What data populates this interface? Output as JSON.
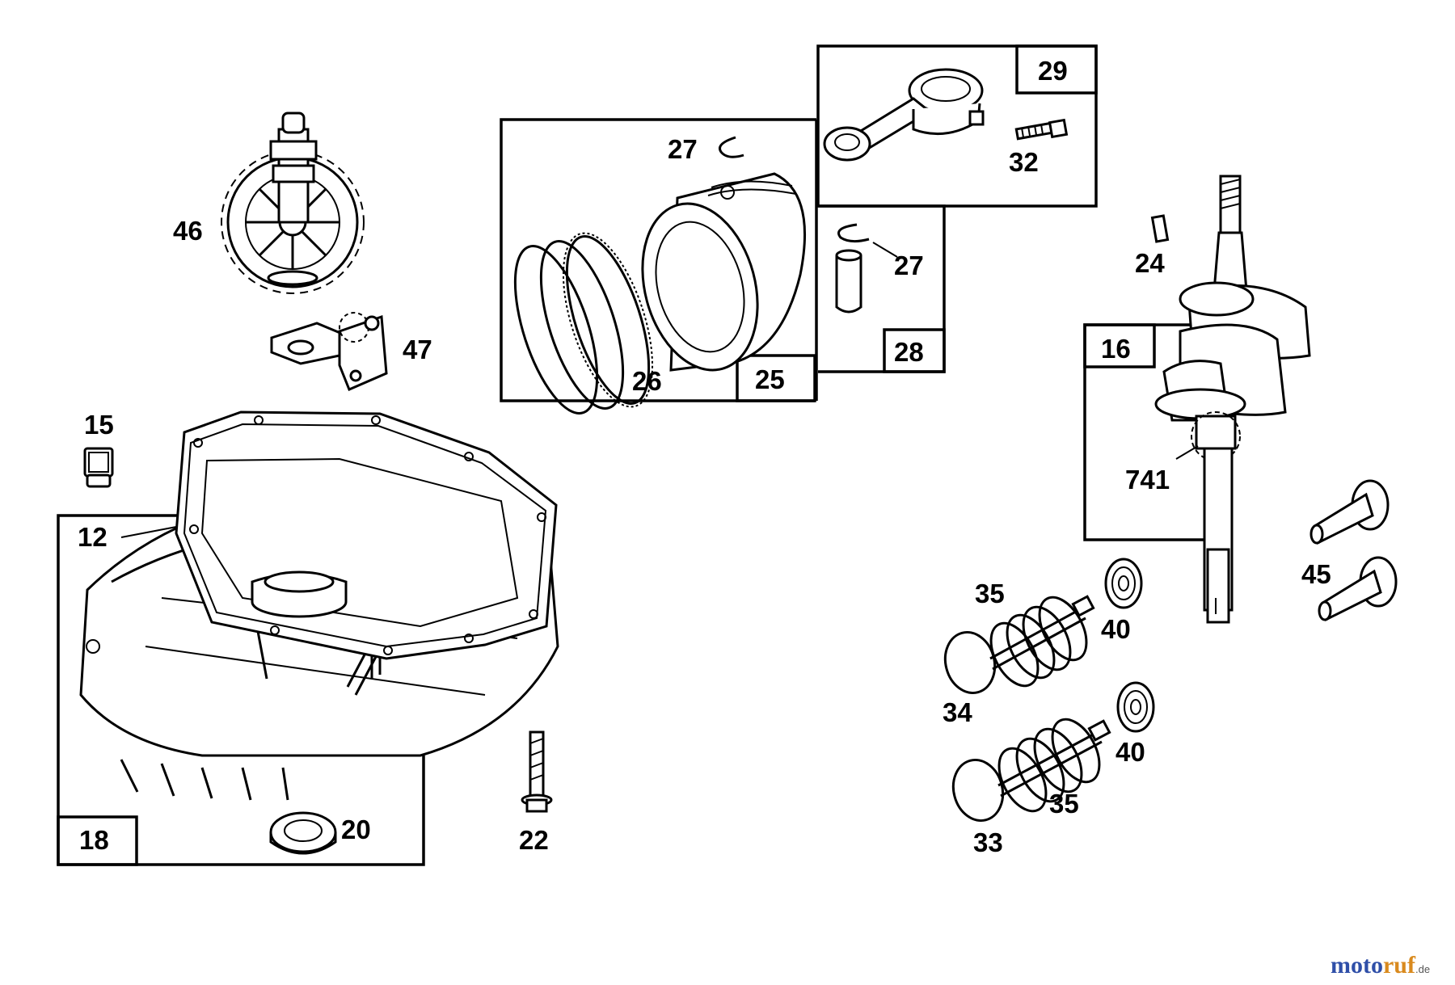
{
  "parts": {
    "p12": "12",
    "p15": "15",
    "p16": "16",
    "p18": "18",
    "p20": "20",
    "p22": "22",
    "p24": "24",
    "p25": "25",
    "p26": "26",
    "p27a": "27",
    "p27b": "27",
    "p28": "28",
    "p29": "29",
    "p32": "32",
    "p33": "33",
    "p34": "34",
    "p35a": "35",
    "p35b": "35",
    "p40a": "40",
    "p40b": "40",
    "p45": "45",
    "p46": "46",
    "p47": "47",
    "p741": "741"
  },
  "watermark": {
    "part1": "moto",
    "part2": "ruf",
    "part3": ".de"
  },
  "colors": {
    "line": "#000000",
    "background": "#ffffff",
    "watermark_blue": "#2f4fa8",
    "watermark_orange": "#d98a1e"
  }
}
